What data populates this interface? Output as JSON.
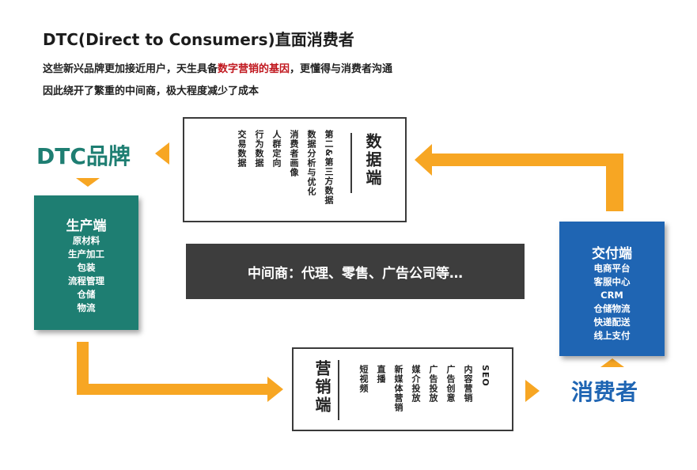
{
  "header": {
    "title": "DTC(Direct to Consumers)直面消费者",
    "line1_pre": "这些新兴品牌更加接近用户，天生具备",
    "line1_highlight": "数字营销的基因",
    "line1_post": "，更懂得与消费者沟通",
    "line2": "因此绕开了繁重的中间商，极大程度减少了成本"
  },
  "brand_label": "DTC品牌",
  "consumer_label": "消费者",
  "producer": {
    "title": "生产端",
    "items": [
      "原材料",
      "生产加工",
      "包装",
      "流程管理",
      "仓储",
      "物流"
    ]
  },
  "delivery": {
    "title": "交付端",
    "items": [
      "电商平台",
      "客服中心",
      "CRM",
      "仓储物流",
      "快递配送",
      "线上支付"
    ]
  },
  "middleman": "中间商：代理、零售、广告公司等…",
  "data_end": {
    "title": "数据端",
    "items": [
      "第二&第三方数据",
      "数据分析与优化",
      "消费者画像",
      "人群定向",
      "行为数据",
      "交易数据"
    ]
  },
  "marketing_end": {
    "title": "营销端",
    "items": [
      "SEO",
      "内容营销",
      "广告创意",
      "广告投放",
      "媒介投放",
      "新媒体营销",
      "直播",
      "短视频"
    ]
  },
  "colors": {
    "arrow": "#f7a623",
    "producer": "#1e7e72",
    "delivery": "#1f65b3",
    "middleman": "#3d3d3d",
    "highlight": "#c0161d"
  }
}
